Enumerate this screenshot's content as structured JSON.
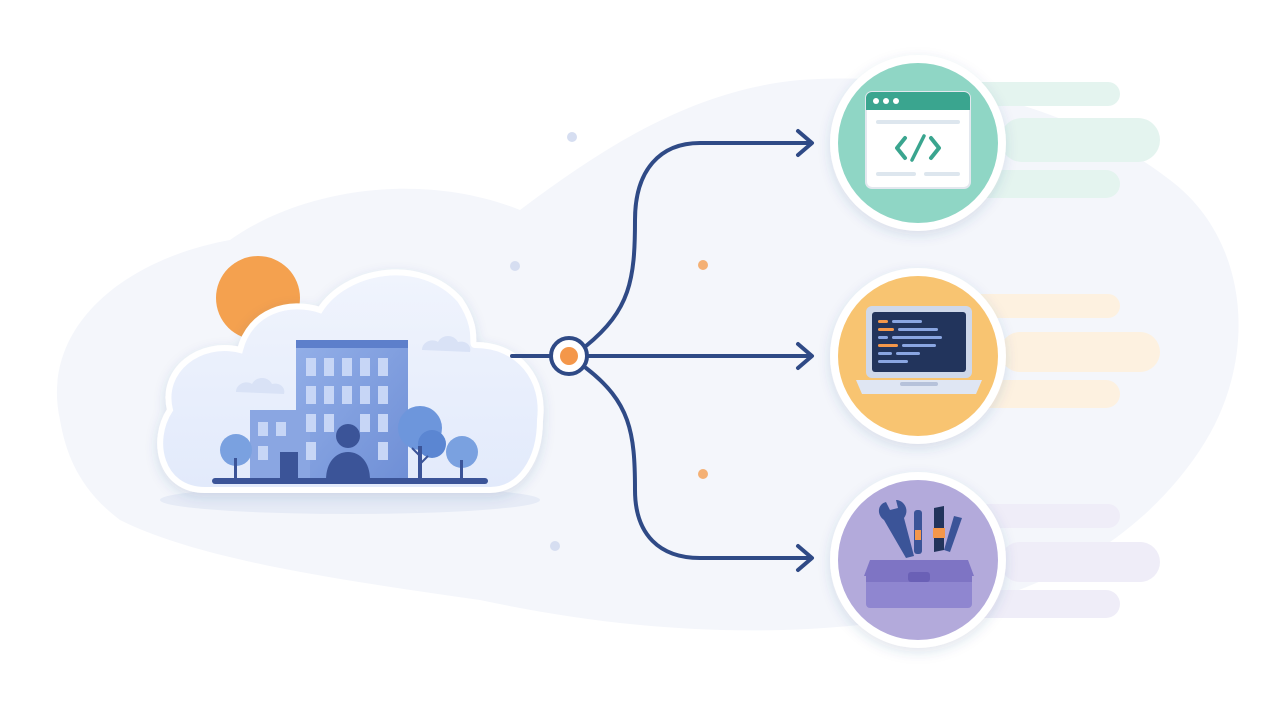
{
  "diagram": {
    "source": {
      "icon": "office-building-cloud-icon",
      "details": [
        "sun-icon",
        "building-icon",
        "person-icon",
        "tree-icon",
        "small-cloud-icon"
      ]
    },
    "hub": {
      "icon": "connector-node-icon"
    },
    "branches": [
      {
        "id": "web",
        "icon": "web-code-window-icon",
        "color": "#8fd6c5"
      },
      {
        "id": "laptop",
        "icon": "laptop-terminal-icon",
        "color": "#f8c471"
      },
      {
        "id": "tools",
        "icon": "toolbox-icon",
        "color": "#b3aadb"
      }
    ],
    "colors": {
      "line": "#2f4a86",
      "accent": "#f4974a",
      "building": "#6d8fd8",
      "navy": "#3b5498",
      "background_blob": "#f3f5fa"
    }
  }
}
